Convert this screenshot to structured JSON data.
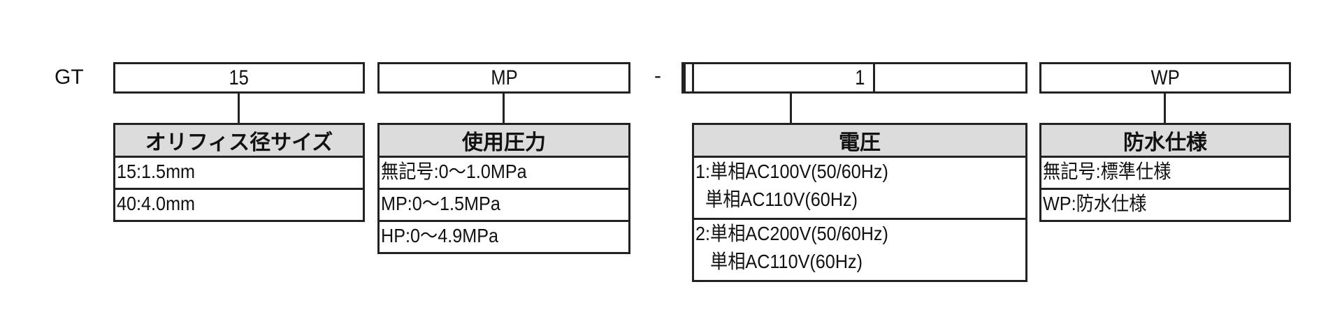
{
  "prefix": "GT",
  "separator": "-",
  "columns": [
    {
      "code": "15",
      "header": "オリフィス径サイズ",
      "rows": [
        [
          "15:1.5mm"
        ],
        [
          "40:4.0mm"
        ]
      ]
    },
    {
      "code": "MP",
      "header": "使用圧力",
      "rows": [
        [
          "無記号:0〜1.0MPa"
        ],
        [
          "MP:0〜1.5MPa"
        ],
        [
          "HP:0〜4.9MPa"
        ]
      ]
    },
    {
      "code": "1",
      "header": "電圧",
      "rows": [
        [
          "1:単相AC100V(50/60Hz)",
          "  単相AC110V(60Hz)"
        ],
        [
          "2:単相AC200V(50/60Hz)",
          "   単相AC110V(60Hz)"
        ]
      ]
    },
    {
      "code": "WP",
      "header": "防水仕様",
      "rows": [
        [
          "無記号:標準仕様"
        ],
        [
          "WP:防水仕様"
        ]
      ]
    }
  ]
}
